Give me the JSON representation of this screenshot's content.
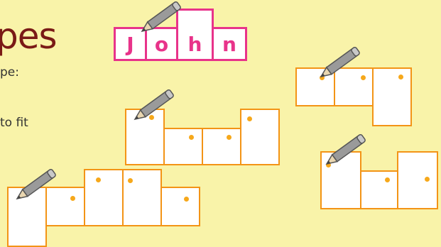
{
  "heading": {
    "title_partial": "pes"
  },
  "instructions": {
    "line1": "pe:",
    "line2": "to fit"
  },
  "name_letters": [
    "J",
    "o",
    "h",
    "n"
  ],
  "colors": {
    "background": "#f9f3a9",
    "title": "#7a1a16",
    "name_border": "#e8338a",
    "box_border": "#f39416",
    "dot": "#f6a81b"
  },
  "icons": [
    "pencil-icon"
  ]
}
